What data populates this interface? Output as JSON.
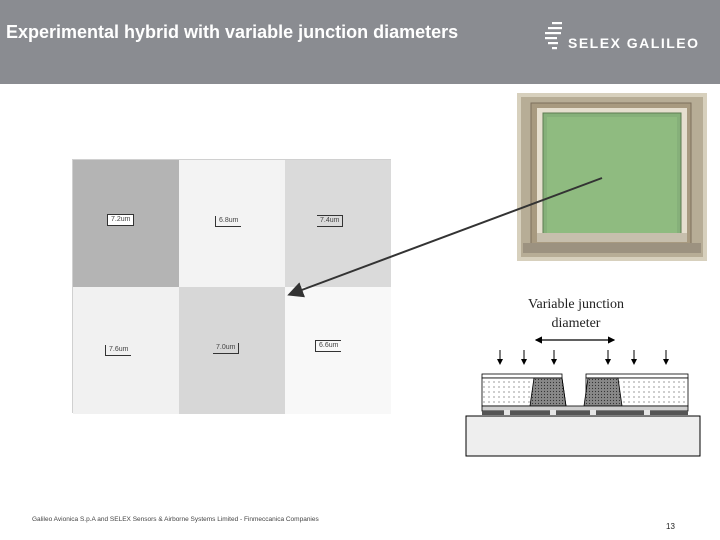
{
  "header": {
    "title": "Experimental hybrid with variable junction diameters",
    "logo_text": "SELEX GALILEO"
  },
  "micrograph_grid": {
    "cells": [
      {
        "label": "7.2um",
        "shade": "#b4b4b4"
      },
      {
        "label": "6.8um",
        "shade": "#f3f3f3"
      },
      {
        "label": "7.4um",
        "shade": "#dadada"
      },
      {
        "label": "7.6um",
        "shade": "#f1f1f1"
      },
      {
        "label": "7.0um",
        "shade": "#d7d7d7"
      },
      {
        "label": "6.6um",
        "shade": "#f8f8f8"
      }
    ]
  },
  "diagram": {
    "label_line1": "Variable junction",
    "label_line2": "diameter"
  },
  "footer": {
    "text": "Galileo Avionica S.p.A and SELEX Sensors & Airborne Systems Limited - Finmeccanica Companies",
    "page_number": "13"
  }
}
